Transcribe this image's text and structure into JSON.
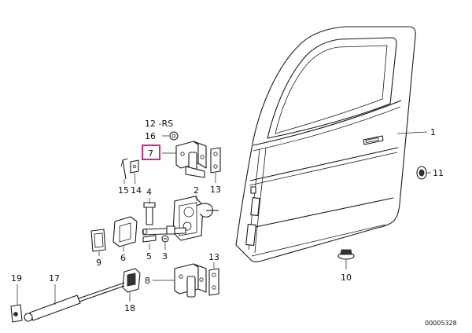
{
  "labels": [
    {
      "id": "1",
      "text": "1"
    },
    {
      "id": "2",
      "text": "2"
    },
    {
      "id": "3",
      "text": "3"
    },
    {
      "id": "4",
      "text": "4"
    },
    {
      "id": "5",
      "text": "5"
    },
    {
      "id": "6",
      "text": "6"
    },
    {
      "id": "7",
      "text": "7"
    },
    {
      "id": "8",
      "text": "8"
    },
    {
      "id": "9",
      "text": "9"
    },
    {
      "id": "10",
      "text": "10"
    },
    {
      "id": "11",
      "text": "11"
    },
    {
      "id": "12",
      "text": "12 -RS"
    },
    {
      "id": "13a",
      "text": "13"
    },
    {
      "id": "13b",
      "text": "13"
    },
    {
      "id": "14",
      "text": "14"
    },
    {
      "id": "15",
      "text": "15"
    },
    {
      "id": "16",
      "text": "16"
    },
    {
      "id": "17",
      "text": "17"
    },
    {
      "id": "18",
      "text": "18"
    },
    {
      "id": "19",
      "text": "19"
    }
  ],
  "highlighted_label": "7",
  "diagram_ref": "00005328",
  "colors": {
    "highlight": "#e0218a",
    "ink": "#1a1a1a"
  }
}
